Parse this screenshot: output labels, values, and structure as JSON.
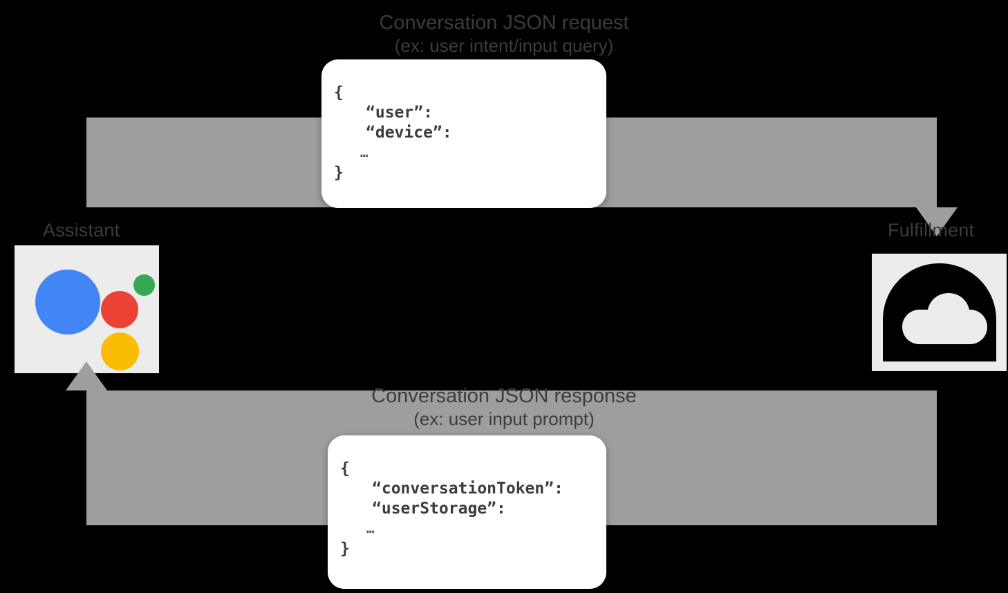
{
  "diagram": {
    "title_top": "Conversation JSON request",
    "subtitle_top": "(ex: user intent/input query)",
    "title_bottom": "Conversation JSON response",
    "subtitle_bottom": "(ex: user input prompt)",
    "nodes": {
      "left": {
        "label": "Assistant",
        "icon": "google-assistant-icon"
      },
      "right": {
        "label": "Fulfillment",
        "icon": "cloud-functions-icon"
      }
    },
    "request_card": {
      "open_brace": "{",
      "keys": [
        "“user”:",
        "“device”:"
      ],
      "ellipsis": "…",
      "close_brace": "}"
    },
    "response_card": {
      "open_brace": "{",
      "keys": [
        "“conversationToken”:",
        "“userStorage”:"
      ],
      "ellipsis": "…",
      "close_brace": "}"
    },
    "colors": {
      "background": "#000000",
      "arrow": "#9e9e9e",
      "text": "#3c3c3c",
      "card": "#ffffff",
      "tile": "#ececec",
      "assistant_blue": "#4285f4",
      "assistant_red": "#ea4335",
      "assistant_green": "#34a853",
      "assistant_yellow": "#fbbc04",
      "cloud_black": "#000000"
    }
  }
}
